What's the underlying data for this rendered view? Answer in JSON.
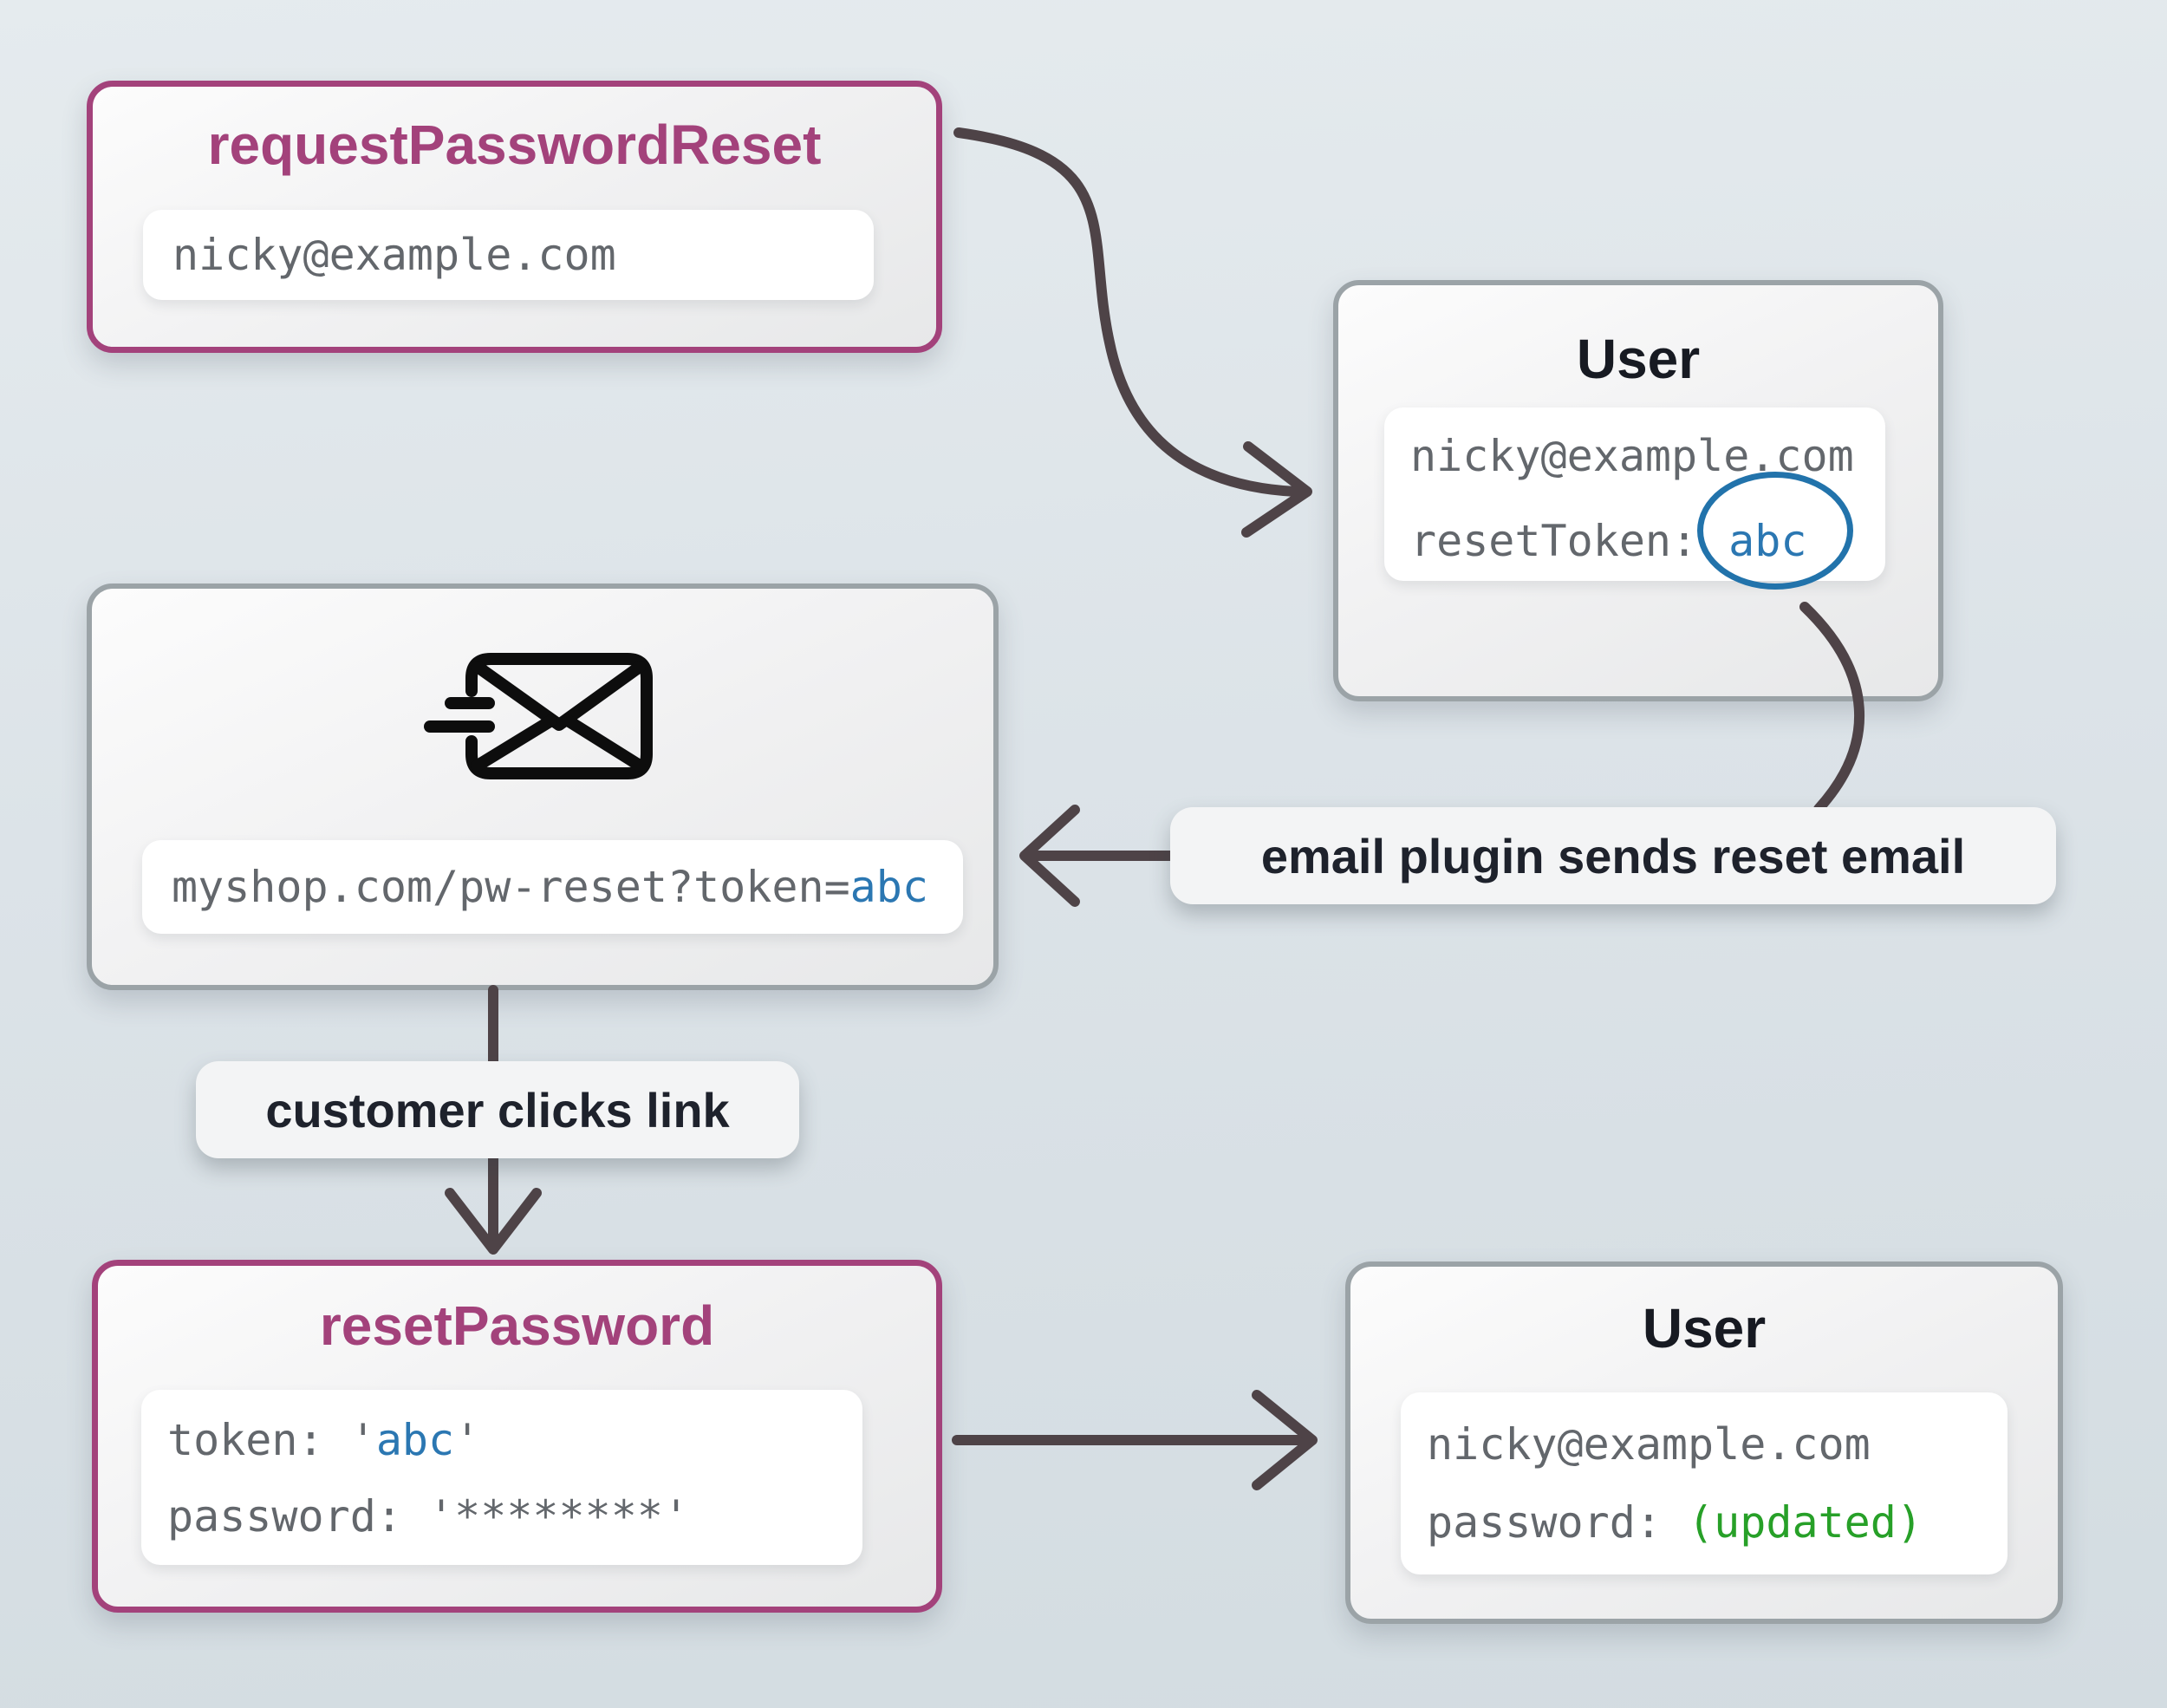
{
  "diagram": {
    "nodes": {
      "request_password_reset": {
        "title": "requestPasswordReset",
        "email": "nicky@example.com"
      },
      "user_top": {
        "title": "User",
        "email": "nicky@example.com",
        "token_label": "resetToken:",
        "token_value": "abc"
      },
      "email_message": {
        "icon": "mail-send-icon",
        "url_prefix": "myshop.com/pw-reset?token=",
        "url_token": "abc"
      },
      "reset_password": {
        "title": "resetPassword",
        "token_prefix": "token: '",
        "token_value": "abc",
        "token_suffix": "'",
        "password_line": "password: '********'"
      },
      "user_bottom": {
        "title": "User",
        "email": "nicky@example.com",
        "password_label": "password: ",
        "password_value": "(updated)"
      }
    },
    "labels": {
      "email_plugin": "email plugin sends reset email",
      "customer_clicks": "customer clicks link"
    },
    "colors": {
      "accent_purple": "#a3427b",
      "border_gray": "#9ba3a7",
      "mono_gray": "#63676c",
      "token_blue": "#2b77b2",
      "updated_green": "#27a028",
      "arrow": "#4e4347",
      "highlight_circle_blue": "#2273ab",
      "label_text": "#1e222c"
    }
  }
}
